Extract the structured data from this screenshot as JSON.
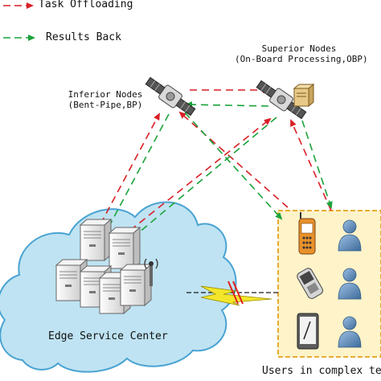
{
  "legend": {
    "offload_label": "Task Offloading",
    "results_label": "Results Back"
  },
  "nodes": {
    "inferior": {
      "title": "Inferior Nodes",
      "subtitle": "(Bent-Pipe,BP)"
    },
    "superior": {
      "title": "Superior Nodes",
      "subtitle": "(On-Board Processing,OBP)"
    }
  },
  "edge_center_label": "Edge Service Center",
  "users_label": "Users in complex terr",
  "colors": {
    "offload": "#d81f26",
    "results": "#1aa33a",
    "cloud_fill": "#bfe3f2",
    "cloud_stroke": "#4aa3d2",
    "users_fill": "#fff3c9",
    "users_stroke": "#e2a21b",
    "person": "#5d88b5",
    "server": "#e9e9e9"
  },
  "icons": [
    "satellite-icon",
    "server-icon",
    "antenna-icon",
    "lightning-icon",
    "phone-icon",
    "person-icon",
    "tablet-icon"
  ]
}
